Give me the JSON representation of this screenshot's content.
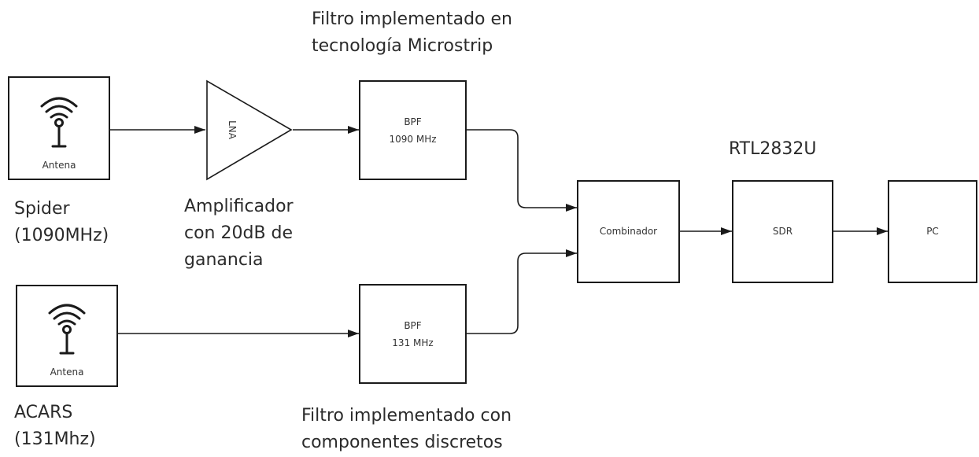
{
  "diagram": {
    "top_note": [
      "Filtro implementado en",
      "tecnología Microstrip"
    ],
    "bottom_note": [
      "Filtro implementado con",
      "componentes discretos"
    ],
    "sdr_chip": "RTL2832U",
    "antenna_top": {
      "label": "Antena",
      "caption": [
        "Spider",
        "(1090MHz)"
      ]
    },
    "antenna_bottom": {
      "label": "Antena",
      "caption": [
        "ACARS",
        "(131Mhz)"
      ]
    },
    "lna": {
      "label": "LNA",
      "caption": [
        "Amplificador",
        "con 20dB de",
        "ganancia"
      ]
    },
    "bpf_top": {
      "label": "BPF",
      "freq": "1090 MHz"
    },
    "bpf_bottom": {
      "label": "BPF",
      "freq": "131 MHz"
    },
    "combiner": "Combinador",
    "sdr": "SDR",
    "pc": "PC"
  }
}
